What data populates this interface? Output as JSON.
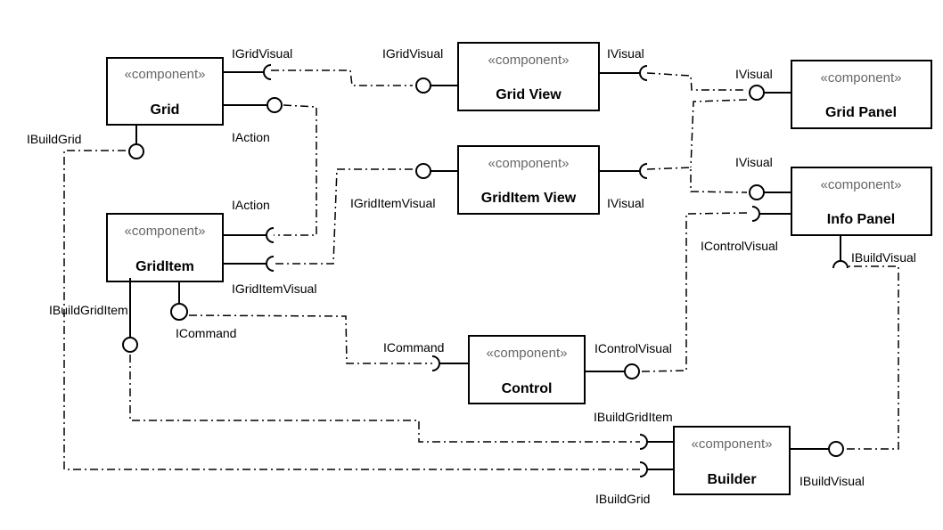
{
  "components": {
    "grid": {
      "stereotype": "«component»",
      "name": "Grid"
    },
    "grid_view": {
      "stereotype": "«component»",
      "name": "Grid View"
    },
    "grid_panel": {
      "stereotype": "«component»",
      "name": "Grid Panel"
    },
    "griditem_view": {
      "stereotype": "«component»",
      "name": "GridItem View"
    },
    "info_panel": {
      "stereotype": "«component»",
      "name": "Info Panel"
    },
    "griditem": {
      "stereotype": "«component»",
      "name": "GridItem"
    },
    "control": {
      "stereotype": "«component»",
      "name": "Control"
    },
    "builder": {
      "stereotype": "«component»",
      "name": "Builder"
    }
  },
  "labels": {
    "grid_igridvisual": "IGridVisual",
    "gridview_igridvisual": "IGridVisual",
    "gridview_ivisual": "IVisual",
    "gridpanel_ivisual": "IVisual",
    "grid_iaction": "IAction",
    "grid_ibuildgrid": "IBuildGrid",
    "griditem_iaction": "IAction",
    "griditemview_igriditemvisual": "IGridItemVisual",
    "griditemview_ivisual": "IVisual",
    "infopanel_ivisual": "IVisual",
    "infopanel_icontrolvisual": "IControlVisual",
    "infopanel_ibuildvisual": "IBuildVisual",
    "griditem_igriditemvisual": "IGridItemVisual",
    "griditem_ibuildgriditem": "IBuildGridItem",
    "griditem_icommand": "ICommand",
    "control_icommand": "ICommand",
    "control_icontrolvisual": "IControlVisual",
    "builder_ibuildgriditem": "IBuildGridItem",
    "builder_ibuildvisual": "IBuildVisual",
    "builder_ibuildgrid": "IBuildGrid"
  }
}
